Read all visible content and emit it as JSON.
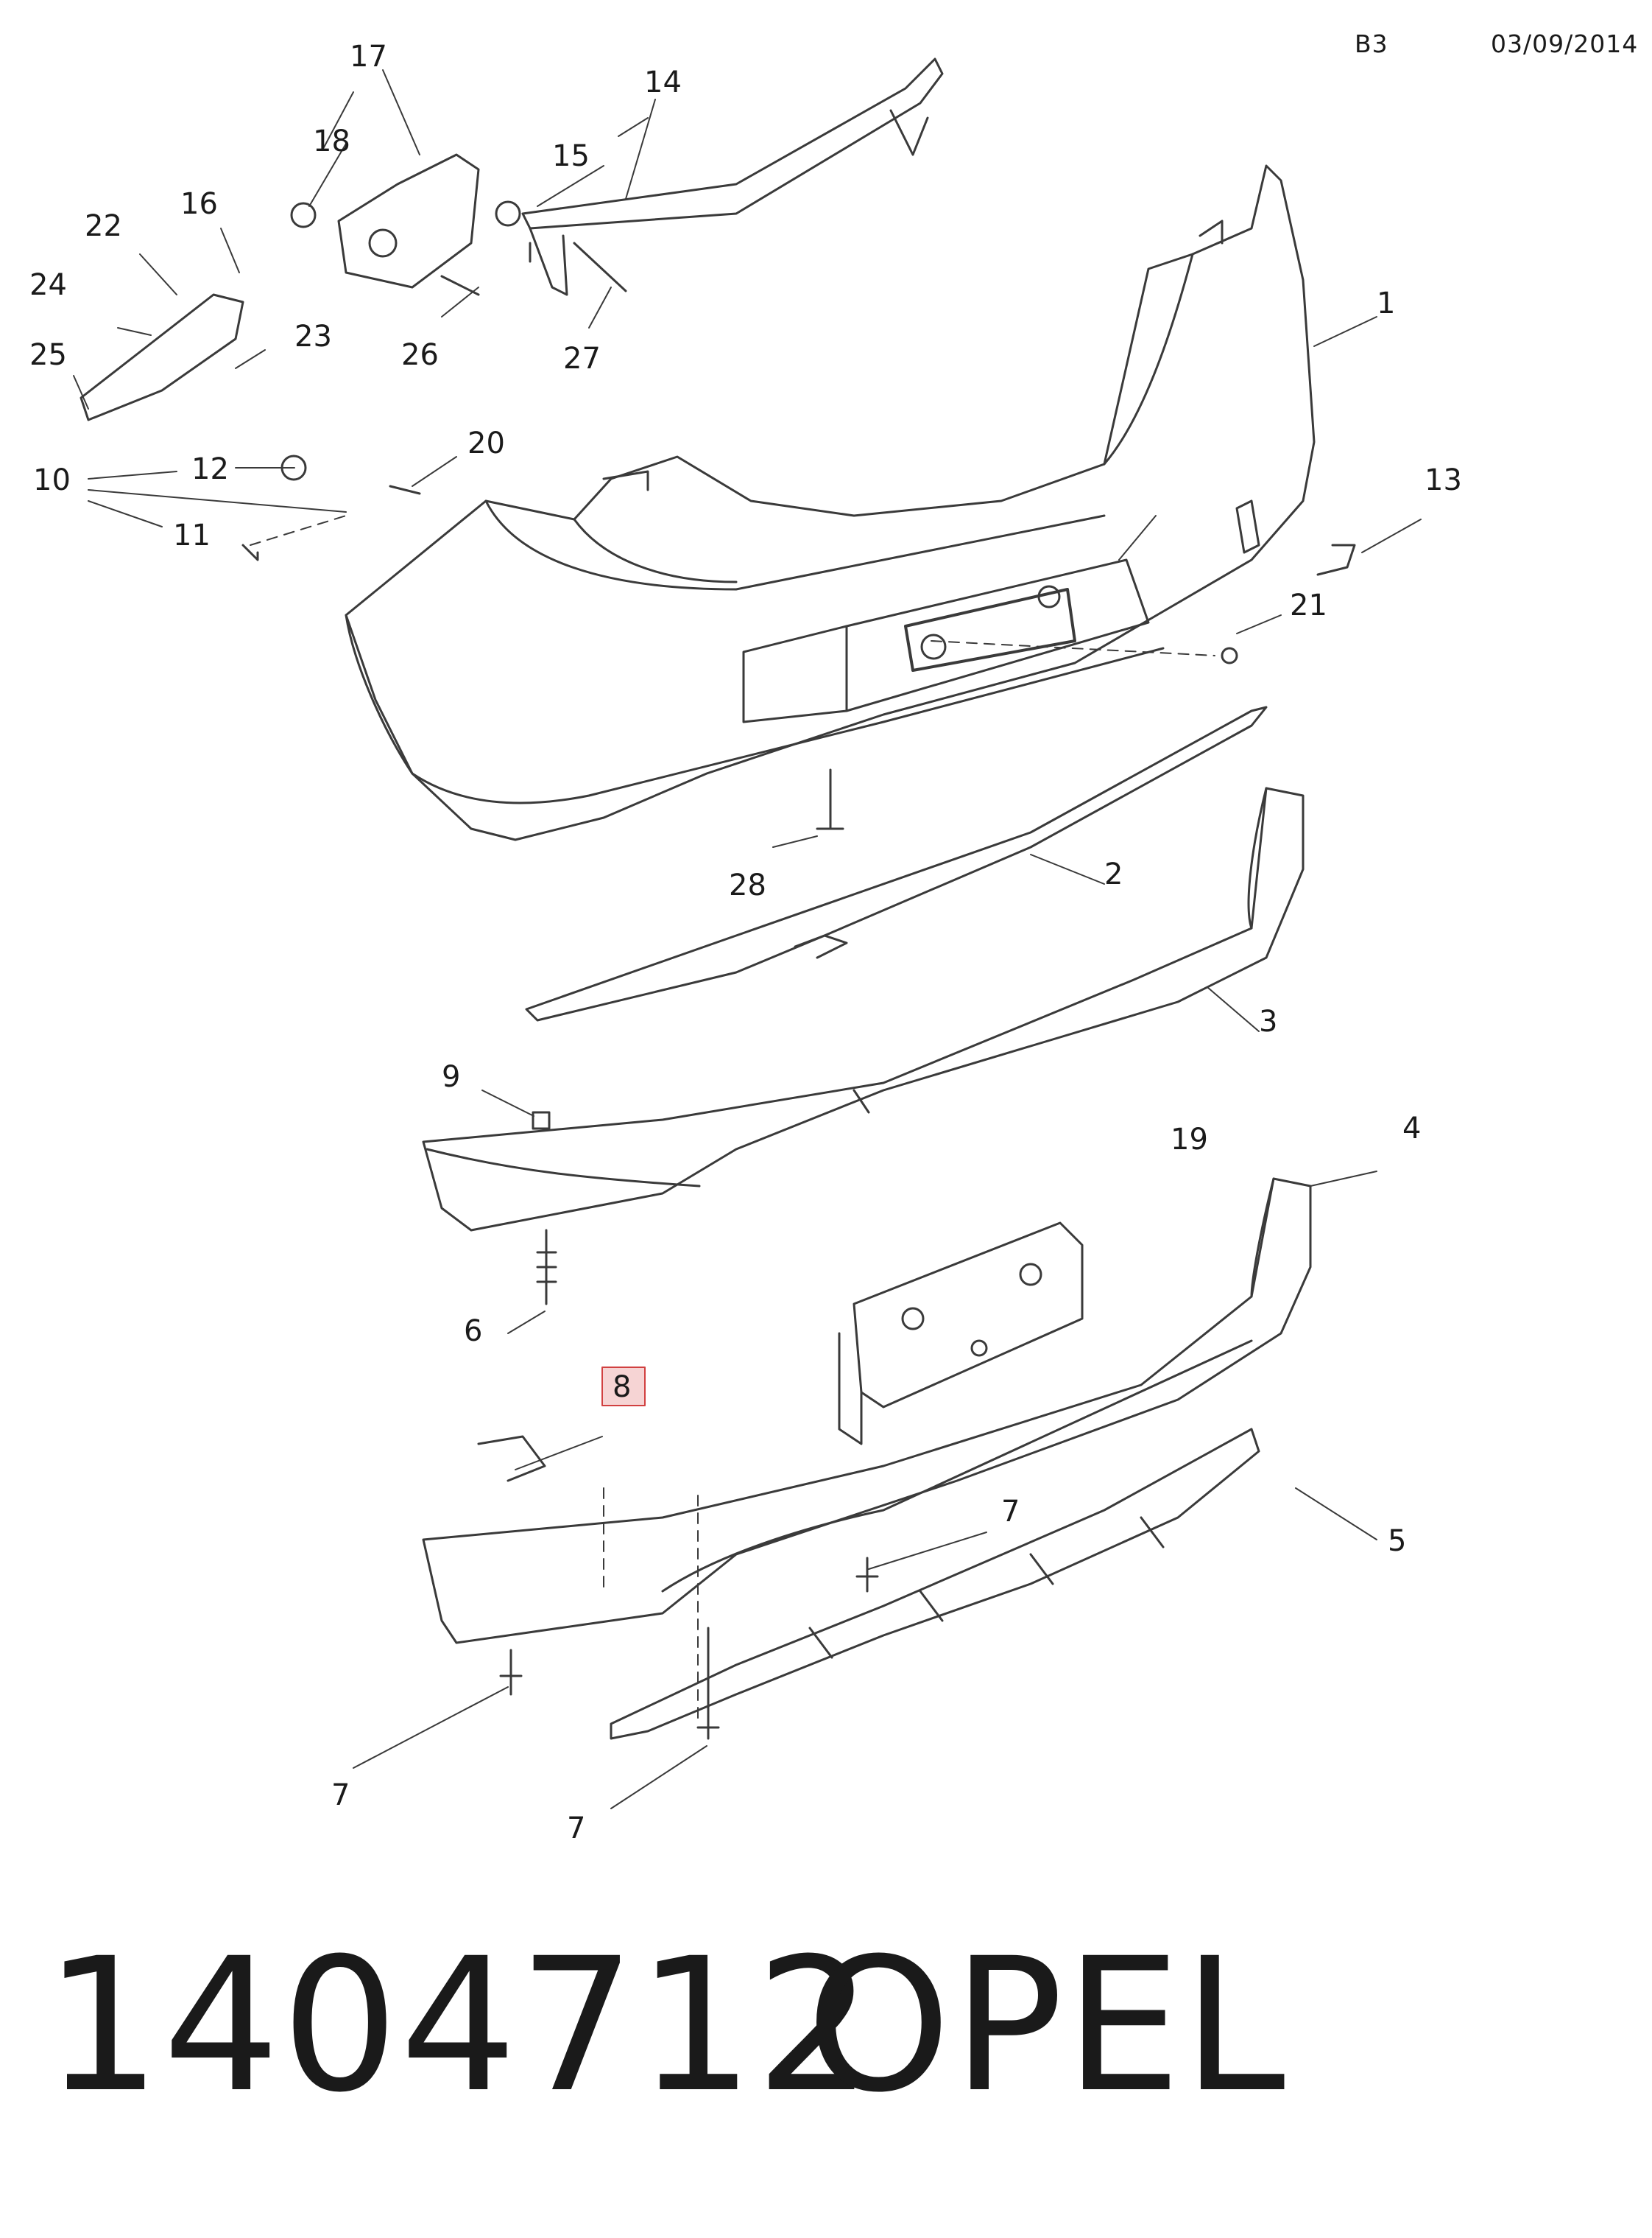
{
  "header": {
    "code": "B3",
    "date": "03/09/2014"
  },
  "footer": {
    "part_number": "1404712",
    "brand": "OPEL"
  },
  "callouts": [
    {
      "label": "1"
    },
    {
      "label": "2"
    },
    {
      "label": "3"
    },
    {
      "label": "4"
    },
    {
      "label": "5"
    },
    {
      "label": "6"
    },
    {
      "label": "7"
    },
    {
      "label": "7"
    },
    {
      "label": "7"
    },
    {
      "label": "8",
      "highlighted": true
    },
    {
      "label": "9"
    },
    {
      "label": "10"
    },
    {
      "label": "11"
    },
    {
      "label": "12"
    },
    {
      "label": "13"
    },
    {
      "label": "14"
    },
    {
      "label": "15"
    },
    {
      "label": "16"
    },
    {
      "label": "17"
    },
    {
      "label": "18"
    },
    {
      "label": "19"
    },
    {
      "label": "20"
    },
    {
      "label": "21"
    },
    {
      "label": "22"
    },
    {
      "label": "23"
    },
    {
      "label": "24"
    },
    {
      "label": "25"
    },
    {
      "label": "26"
    },
    {
      "label": "27"
    },
    {
      "label": "28"
    }
  ],
  "colors": {
    "line": "#3a3a3a",
    "highlight_fill": "#f6d4d4",
    "highlight_stroke": "#d14040"
  }
}
